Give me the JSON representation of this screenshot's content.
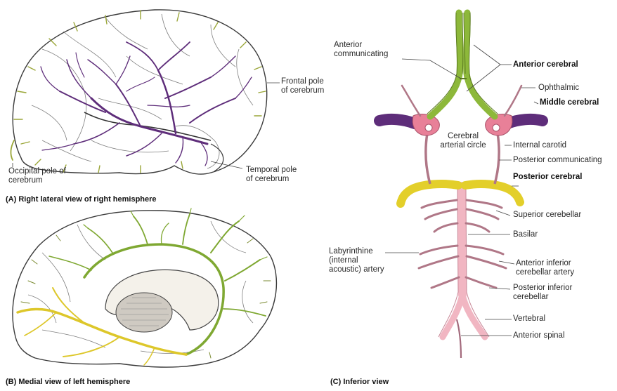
{
  "panels": {
    "a": {
      "caption": "(A) Right lateral view of right hemisphere",
      "labels": {
        "frontal": "Frontal pole of cerebrum",
        "occipital": "Occipital pole of cerebrum",
        "temporal": "Temporal pole of cerebrum"
      }
    },
    "b": {
      "caption": "(B) Medial view of left hemisphere"
    },
    "c": {
      "caption": "(C) Inferior view",
      "labels": {
        "anterior_communicating": "Anterior communicating",
        "anterior_cerebral": "Anterior cerebral",
        "ophthalmic": "Ophthalmic",
        "middle_cerebral": "Middle cerebral",
        "cerebral_arterial_circle": "Cerebral arterial circle",
        "internal_carotid": "Internal carotid",
        "posterior_communicating": "Posterior communicating",
        "posterior_cerebral": "Posterior cerebral",
        "superior_cerebellar": "Superior cerebellar",
        "basilar": "Basilar",
        "labyrinthine": "Labyrinthine (internal acoustic) artery",
        "anterior_inferior_cerebellar": "Anterior inferior cerebellar artery",
        "posterior_inferior_cerebellar": "Posterior inferior cerebellar",
        "vertebral": "Vertebral",
        "anterior_spinal": "Anterior spinal"
      }
    }
  },
  "colors": {
    "anterior_cerebral": "#8db83a",
    "middle_cerebral": "#5e2d7a",
    "posterior_cerebral": "#e3cf2a",
    "vertebrobasilar": "#f1b6c2",
    "internal_carotid": "#e88098"
  }
}
